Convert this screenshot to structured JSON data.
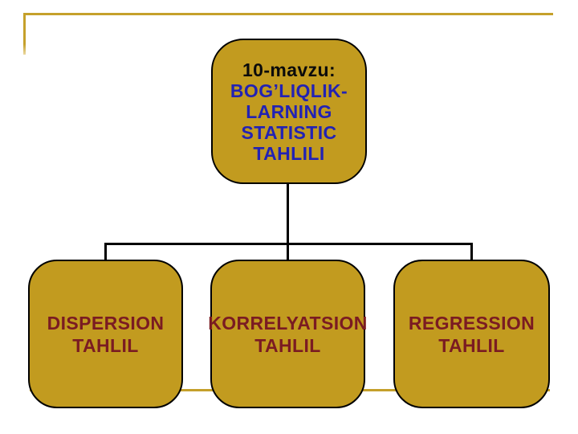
{
  "slide": {
    "kind": "presentation-slide-hierarchy-diagram",
    "background": "#FFFFFF"
  },
  "colors": {
    "box_fill": "#C29B1F",
    "box_border": "#000000",
    "gold_line": "#C5A02B",
    "title_black": "#0B0B0B",
    "title_blue": "#2222B4",
    "child_text": "#7A1B22",
    "connector": "#000000"
  },
  "diagram": {
    "root": {
      "lines": [
        {
          "text": "10-mavzu:",
          "color": "black"
        },
        {
          "text": "BOG’LIQLIK-",
          "color": "blue"
        },
        {
          "text": "LARNING",
          "color": "blue"
        },
        {
          "text": "STATISTIC",
          "color": "blue"
        },
        {
          "text": "TAHLILI",
          "color": "blue"
        }
      ]
    },
    "children": [
      {
        "line1": "DISPERSION",
        "line2": "TAHLIL"
      },
      {
        "line1": "KORRELYATSION",
        "line2": "TAHLIL"
      },
      {
        "line1": "REGRESSION",
        "line2": "TAHLIL"
      }
    ]
  }
}
